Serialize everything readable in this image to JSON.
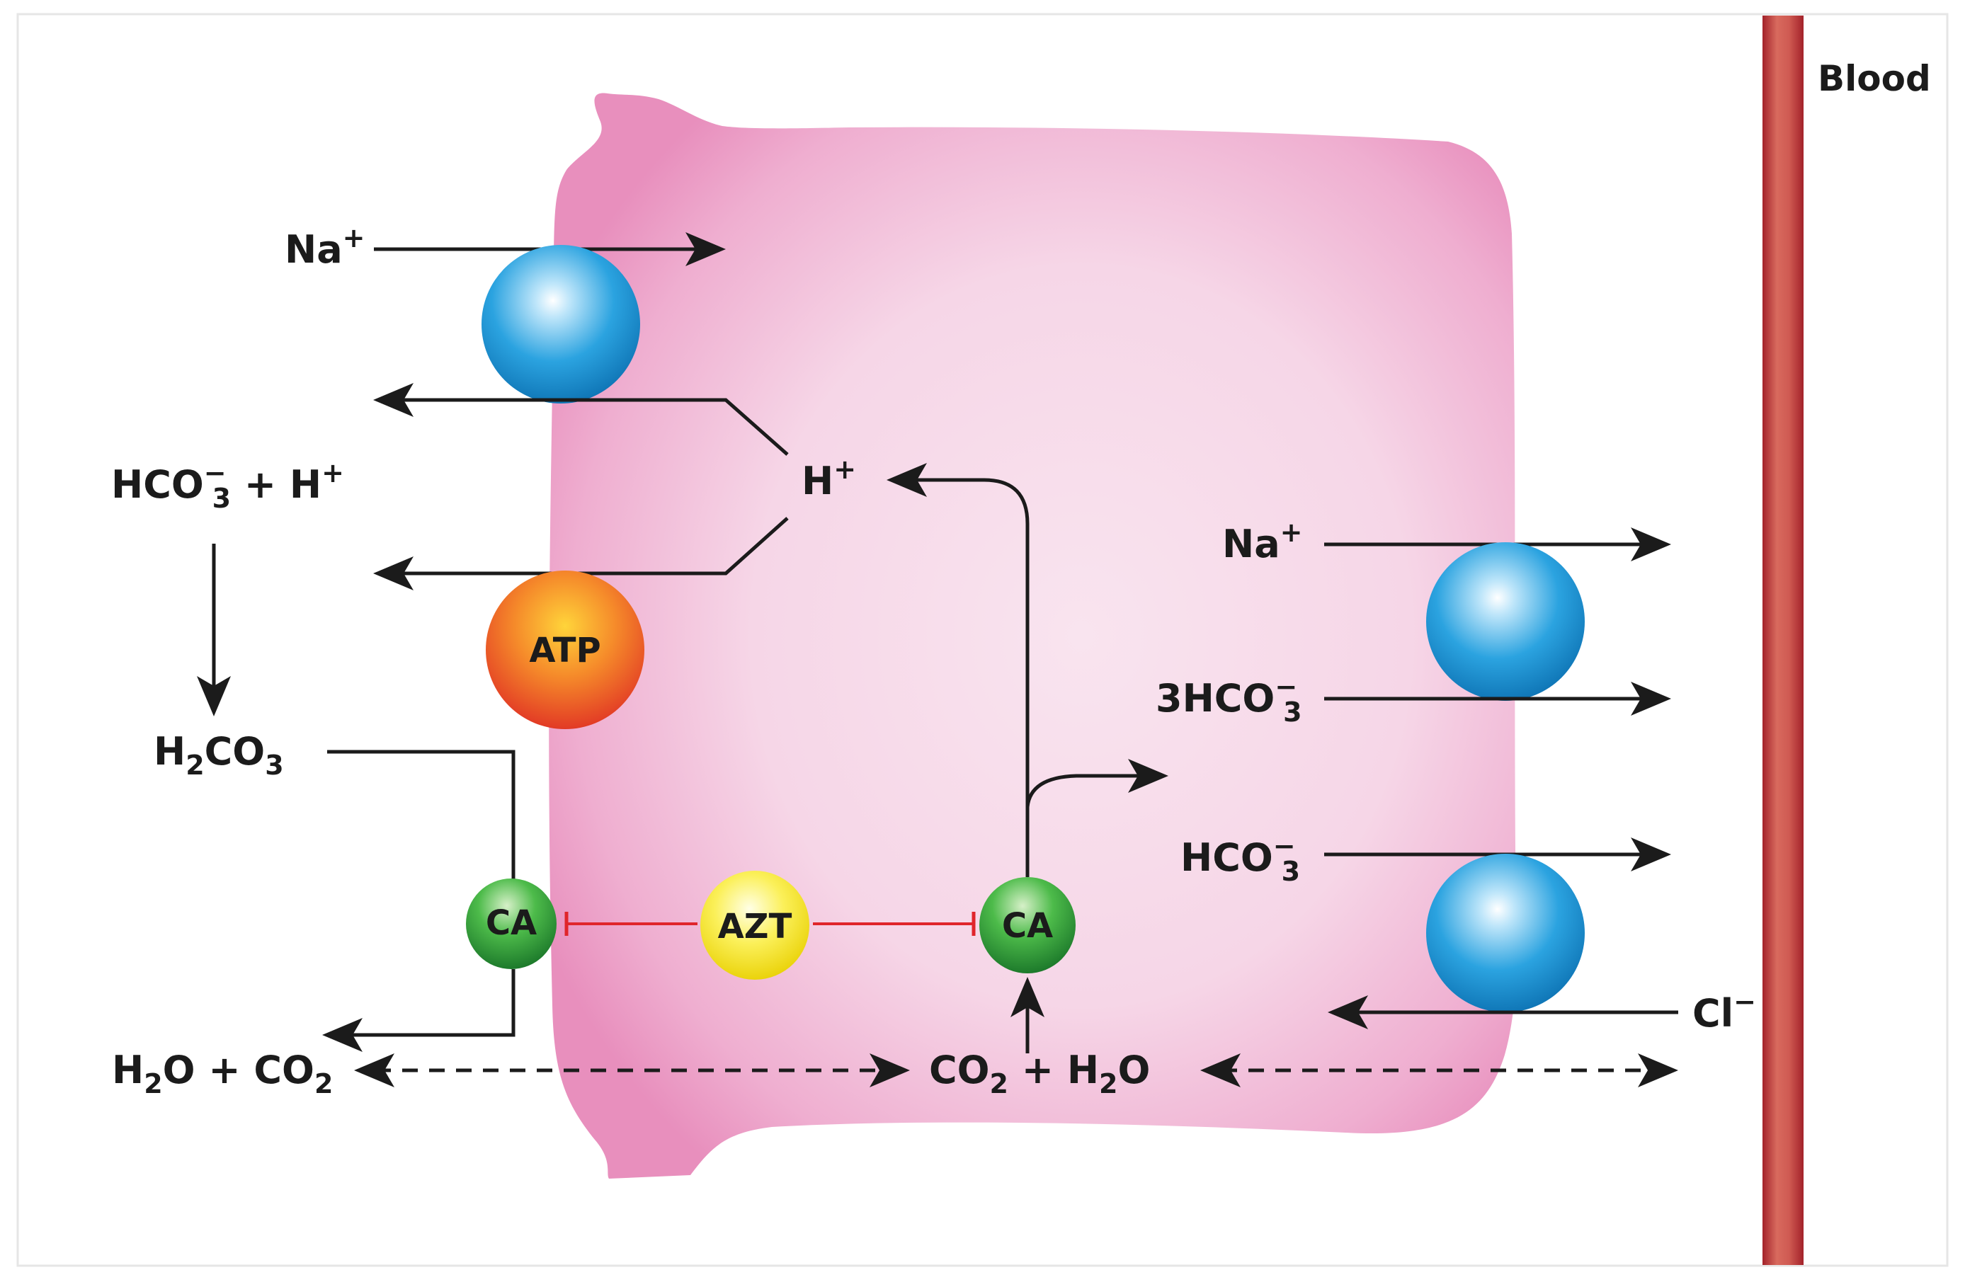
{
  "labels": {
    "blood": "Blood",
    "lumen_na": {
      "base": "Na",
      "sup": "+"
    },
    "lumen_bicarb_h": {
      "a": "HCO",
      "sup": "−",
      "sub": "3",
      "b": " + H",
      "sup2": "+"
    },
    "carbonic_acid": {
      "a": "H",
      "sub": "2",
      "b": "CO",
      "sub2": "3"
    },
    "lumen_water_co2": {
      "a": "H",
      "sub": "2",
      "b": "O + CO",
      "sub2": "2"
    },
    "cell_h": {
      "base": "H",
      "sup": "+"
    },
    "cell_co2_water": {
      "a": "CO",
      "sub": "2",
      "b": " + H",
      "sub2": "2",
      "c": "O"
    },
    "baso_na": {
      "base": "Na",
      "sup": "+"
    },
    "baso_3hco3": {
      "a": "3HCO",
      "sup": "−",
      "sub": "3"
    },
    "baso_hco3": {
      "a": "HCO",
      "sup": "−",
      "sub": "3"
    },
    "baso_cl": {
      "base": "Cl",
      "sup": "−"
    }
  },
  "beads": {
    "atp": "ATP",
    "ca_left": "CA",
    "ca_right": "CA",
    "azt": "AZT"
  },
  "colors": {
    "cell": "#ec9cc6",
    "cell_center": "#f8e2ee",
    "blood_vessel": "#cc3a40",
    "transporter": "#1e96d6",
    "atp": "#ea5a25",
    "ca": "#35a33c",
    "azt": "#f1e400",
    "inhibition": "#e0252b",
    "arrow": "#1b1b1b"
  }
}
